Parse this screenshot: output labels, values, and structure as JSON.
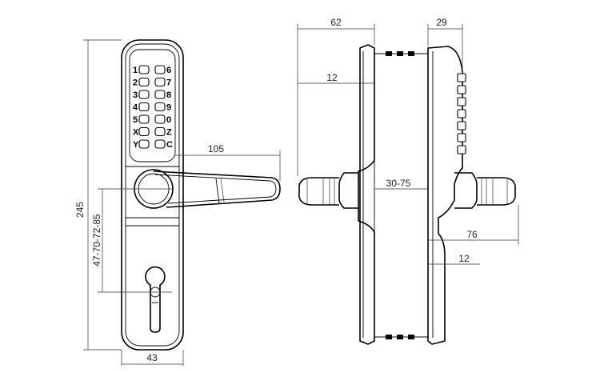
{
  "dimensions": {
    "height_total": "245",
    "handle_reach": "105",
    "centers": "47-70-72-85",
    "width": "43",
    "side_depth_inner": "62",
    "side_depth_outer": "29",
    "plate_offset": "12",
    "door_thickness": "30-75",
    "spindle_length": "76",
    "bottom_offset": "12"
  },
  "keypad": {
    "left_labels": [
      "1",
      "2",
      "3",
      "4",
      "5",
      "X",
      "Y"
    ],
    "right_labels": [
      "6",
      "7",
      "8",
      "9",
      "0",
      "Z",
      "C"
    ]
  },
  "colors": {
    "line": "#000000",
    "dimension": "#333333",
    "background": "#ffffff"
  }
}
